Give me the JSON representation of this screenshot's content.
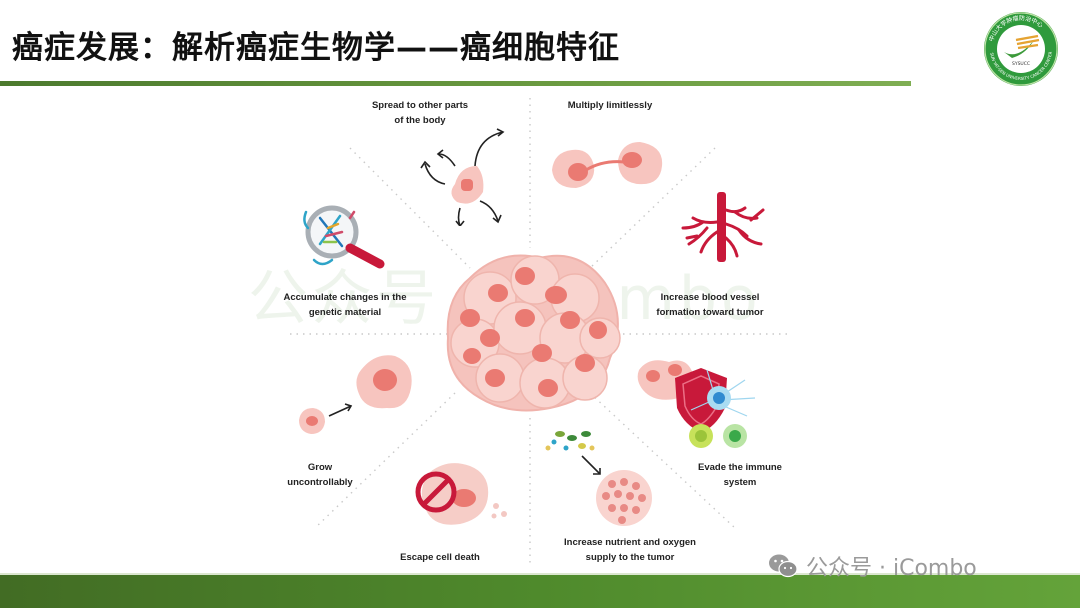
{
  "slide": {
    "title": "癌症发展：解析癌症生物学——癌细胞特征",
    "accent_color": "#5a8c34",
    "logo": {
      "name": "Sun Yat-sen University Cancer Center",
      "ring_text_cn": "中山大学肿瘤防治中心",
      "ring_text_en": "SUN YAT-SEN UNIVERSITY CANCER CENTER",
      "badge_text": "SYSUCC"
    }
  },
  "diagram": {
    "center": "tumor-cell-cluster",
    "hallmarks": [
      {
        "id": "spread",
        "label": "Spread to other parts of the body",
        "line1": "Spread to other parts",
        "line2": "of the body",
        "icon": "metastasis-arrows-icon"
      },
      {
        "id": "multiply",
        "label": "Multiply limitlessly",
        "line1": "Multiply limitlessly",
        "line2": "",
        "icon": "dividing-cell-icon"
      },
      {
        "id": "angiogenesis",
        "label": "Increase blood vessel formation toward tumor",
        "line1": "Increase blood vessel",
        "line2": "formation toward tumor",
        "icon": "blood-vessel-icon"
      },
      {
        "id": "immune",
        "label": "Evade the immune system",
        "line1": "Evade the immune",
        "line2": "system",
        "icon": "shield-immune-icon"
      },
      {
        "id": "nutrient",
        "label": "Increase nutrient and oxygen supply to the tumor",
        "line1": "Increase nutrient and oxygen",
        "line2": "supply to the tumor",
        "icon": "nutrient-supply-icon"
      },
      {
        "id": "death",
        "label": "Escape cell death",
        "line1": "Escape cell death",
        "line2": "",
        "icon": "no-cell-death-icon"
      },
      {
        "id": "grow",
        "label": "Grow uncontrollably",
        "line1": "Grow",
        "line2": "uncontrollably",
        "icon": "growing-cell-icon"
      },
      {
        "id": "genetic",
        "label": "Accumulate changes in the genetic material",
        "line1": "Accumulate changes in the",
        "line2": "genetic material",
        "icon": "magnifier-dna-icon"
      }
    ]
  },
  "watermark": {
    "faint_text": "公众号 · iCombo",
    "text": "公众号 · iCombo"
  }
}
